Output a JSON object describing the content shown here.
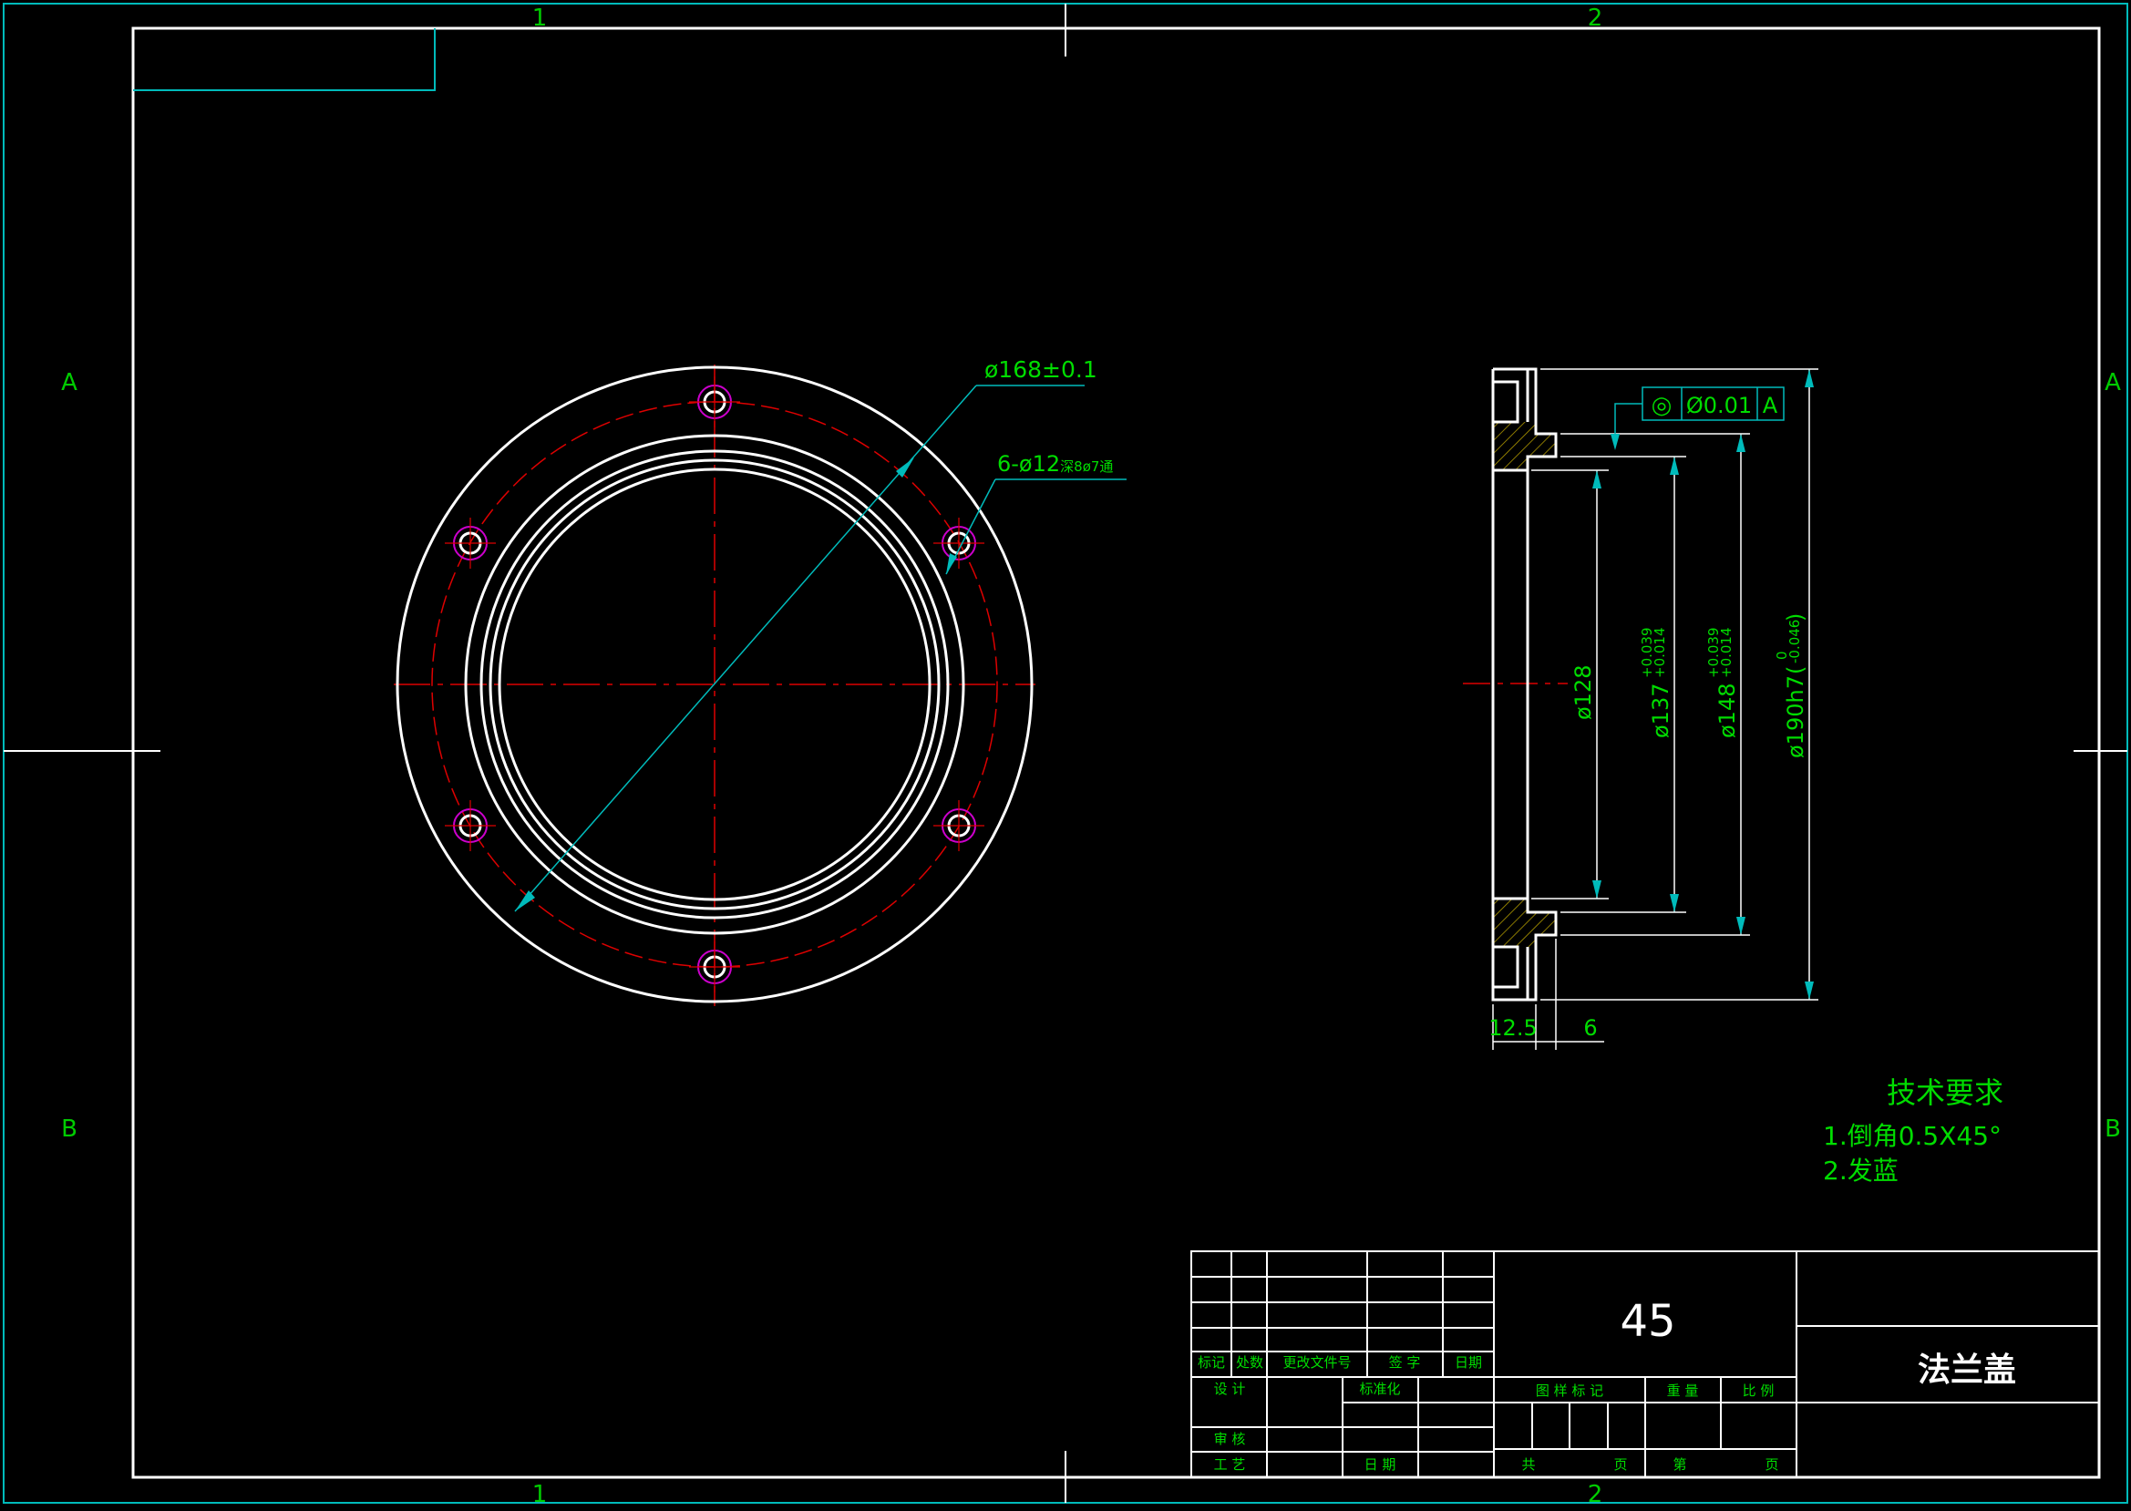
{
  "colors": {
    "background": "#000000",
    "outline": "#ffffff",
    "zone_text": "#00cc00",
    "dimension": "#00bbbb",
    "dim_text": "#00dd00",
    "center_line": "#dd0000",
    "magenta": "#cc00cc",
    "hatch": "#b8a000"
  },
  "zones": {
    "top_cols": [
      "1",
      "2"
    ],
    "bottom_cols": [
      "1",
      "2"
    ],
    "left_rows": [
      "A",
      "B"
    ],
    "right_rows": [
      "A",
      "B"
    ]
  },
  "front_view": {
    "dim_pcd": "ø168±0.1",
    "dim_holes": "6-ø12",
    "dim_holes_cbore": "深8ø7通"
  },
  "side_view": {
    "gdt_symbol": "◎",
    "gdt_tolerance": "Ø0.01",
    "gdt_datum": "A",
    "dim_d128": "ø128",
    "dim_d137": "ø137",
    "dim_d137_tol_upper": "+0.039",
    "dim_d137_tol_lower": "+0.014",
    "dim_d148": "ø148",
    "dim_d148_tol_upper": "+0.039",
    "dim_d148_tol_lower": "+0.014",
    "dim_d190": "ø190h7",
    "dim_d190_tol_upper": "0",
    "dim_d190_tol_lower": "-0.046",
    "dim_width": "12.5",
    "dim_step": "6"
  },
  "tech_req": {
    "title": "技术要求",
    "item1": "1.倒角0.5X45°",
    "item2": "2.发蓝"
  },
  "title_block": {
    "material": "45",
    "part_name": "法兰盖",
    "labels": {
      "mark": "标记",
      "count": "处数",
      "change_doc": "更改文件号",
      "signature": "签 字",
      "date": "日期",
      "design": "设 计",
      "standardize": "标准化",
      "review": "审 核",
      "process": "工 艺",
      "date2": "日 期",
      "stage_mark": "图 样 标 记",
      "weight": "重 量",
      "scale": "比 例",
      "total": "共",
      "sheet_unit": "页",
      "sheet_no": "第",
      "sheet_unit2": "页"
    }
  }
}
